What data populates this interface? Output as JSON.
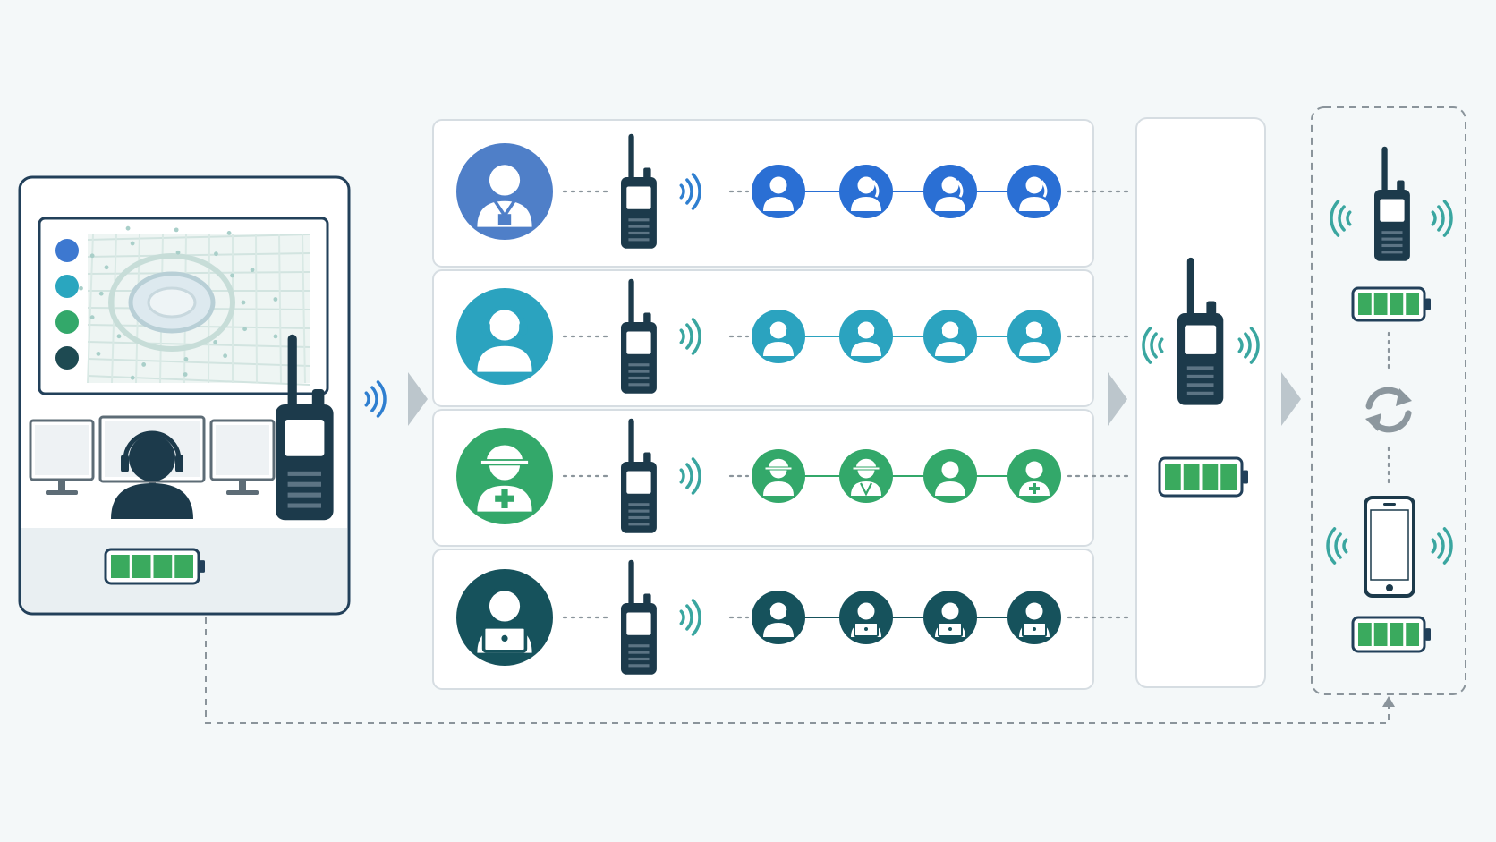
{
  "colors": {
    "background": "#f4f8f9",
    "ink": "#1c3a4b",
    "outline": "#22405a",
    "blue": "#2a6fd4",
    "blue_lead": "#4f7fc8",
    "teal": "#2ba3bf",
    "green": "#33a86a",
    "dark_teal": "#16525c",
    "battery_fill": "#3aaa5e",
    "signal_blue": "#2f7fd0",
    "signal_teal": "#3aa6a0",
    "sync_gray": "#8c979e",
    "panel_border": "#d6dde2",
    "dashed": "#8a949b",
    "arrow": "#bcc6cc"
  },
  "dispatch_console": {
    "legend_dots": [
      "#3d78d0",
      "#2aa6bf",
      "#33a86a",
      "#1e4a52"
    ],
    "battery_level": 1.0,
    "icons": [
      "map-icon",
      "monitor-icon",
      "dispatcher-headset-icon",
      "radio-icon",
      "battery-icon"
    ]
  },
  "talk_groups": [
    {
      "id": "management",
      "color": "#2a6fd4",
      "lead_color": "#4f7fc8",
      "lead_icon": "lanyard-staff-icon",
      "members": [
        "male-user-icon",
        "female-user-icon",
        "female-user-icon",
        "female-user-icon"
      ]
    },
    {
      "id": "operations",
      "color": "#2ba3bf",
      "lead_color": "#2ba3bf",
      "lead_icon": "headset-operator-icon",
      "members": [
        "headset-user-icon",
        "headset-user-icon",
        "headset-user-icon",
        "headset-user-icon"
      ]
    },
    {
      "id": "safety-medical",
      "color": "#33a86a",
      "lead_color": "#33a86a",
      "lead_icon": "hardhat-medic-icon",
      "members": [
        "hardhat-user-icon",
        "hardhat-vest-user-icon",
        "user-icon",
        "medic-user-icon"
      ]
    },
    {
      "id": "support",
      "color": "#16525c",
      "lead_color": "#16525c",
      "lead_icon": "laptop-support-icon",
      "members": [
        "headset-user-icon",
        "laptop-user-icon",
        "laptop-user-icon",
        "laptop-user-icon"
      ]
    }
  ],
  "repeater": {
    "battery_level": 1.0,
    "icons": [
      "radio-icon",
      "signal-icon",
      "battery-icon"
    ]
  },
  "endpoints": {
    "radio_battery_level": 1.0,
    "phone_battery_level": 1.0,
    "icons": [
      "radio-icon",
      "sync-icon",
      "smartphone-icon",
      "battery-icon"
    ]
  }
}
